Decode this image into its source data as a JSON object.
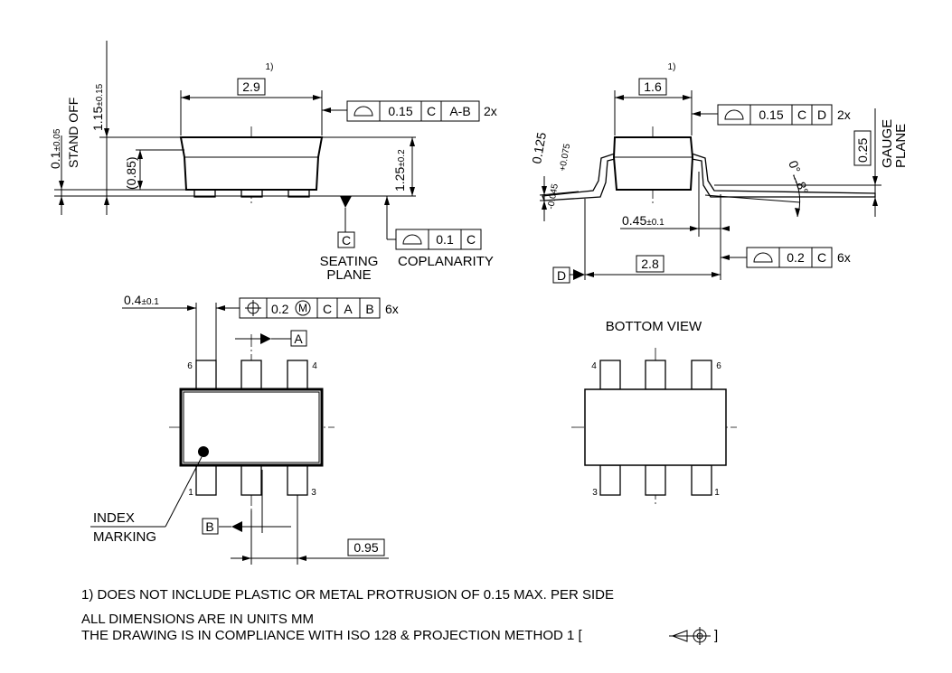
{
  "footnote_marker": "1)",
  "top_left": {
    "width": "2.9",
    "flatness_tol": "0.15",
    "flatness_datum": "C",
    "flatness_datum2": "A-B",
    "flatness_mult": "2x",
    "height_total": "1.15",
    "height_total_tol": "±0.15",
    "standoff": "0.1",
    "standoff_tol": "±0.05",
    "standoff_label": "STAND OFF",
    "body_height": "(0.85)",
    "lead_height": "1.25",
    "lead_height_tol": "±0.2",
    "datum_c": "C",
    "seating_plane_1": "SEATING",
    "seating_plane_2": "PLANE",
    "coplanarity_tol": "0.1",
    "coplanarity_datum": "C",
    "coplanarity_label": "COPLANARITY"
  },
  "top_right": {
    "width": "1.6",
    "flatness_tol": "0.15",
    "flatness_datum": "C",
    "flatness_datum2": "D",
    "flatness_mult": "2x",
    "lead_thickness": "0.125",
    "lead_thickness_tol_plus": "+0.075",
    "lead_thickness_tol_minus": "-0.045",
    "angle": "0°...8°",
    "gauge": "0.25",
    "gauge_label_1": "GAUGE",
    "gauge_label_2": "PLANE",
    "foot_length": "0.45",
    "foot_length_tol": "±0.1",
    "span": "2.8",
    "datum_d": "D",
    "profile_tol": "0.2",
    "profile_datum": "C",
    "profile_mult": "6x"
  },
  "top_view": {
    "lead_width": "0.4",
    "lead_width_tol": "±0.1",
    "position_tol": "0.2",
    "position_modifier": "M",
    "position_datum1": "C",
    "position_datum2": "A",
    "position_datum3": "B",
    "position_mult": "6x",
    "datum_a": "A",
    "datum_b": "B",
    "pitch": "0.95",
    "pin_6": "6",
    "pin_4": "4",
    "pin_1": "1",
    "pin_3": "3",
    "index_1": "INDEX",
    "index_2": "MARKING"
  },
  "bottom_view": {
    "title": "BOTTOM VIEW",
    "pin_4": "4",
    "pin_6": "6",
    "pin_3": "3",
    "pin_1": "1"
  },
  "notes": {
    "line1": "1) DOES NOT INCLUDE PLASTIC OR METAL PROTRUSION OF 0.15 MAX. PER SIDE",
    "line2": "ALL DIMENSIONS ARE IN UNITS MM",
    "line3": "THE DRAWING IS IN COMPLIANCE WITH ISO 128 & PROJECTION METHOD 1 [",
    "line3_end": "]"
  }
}
